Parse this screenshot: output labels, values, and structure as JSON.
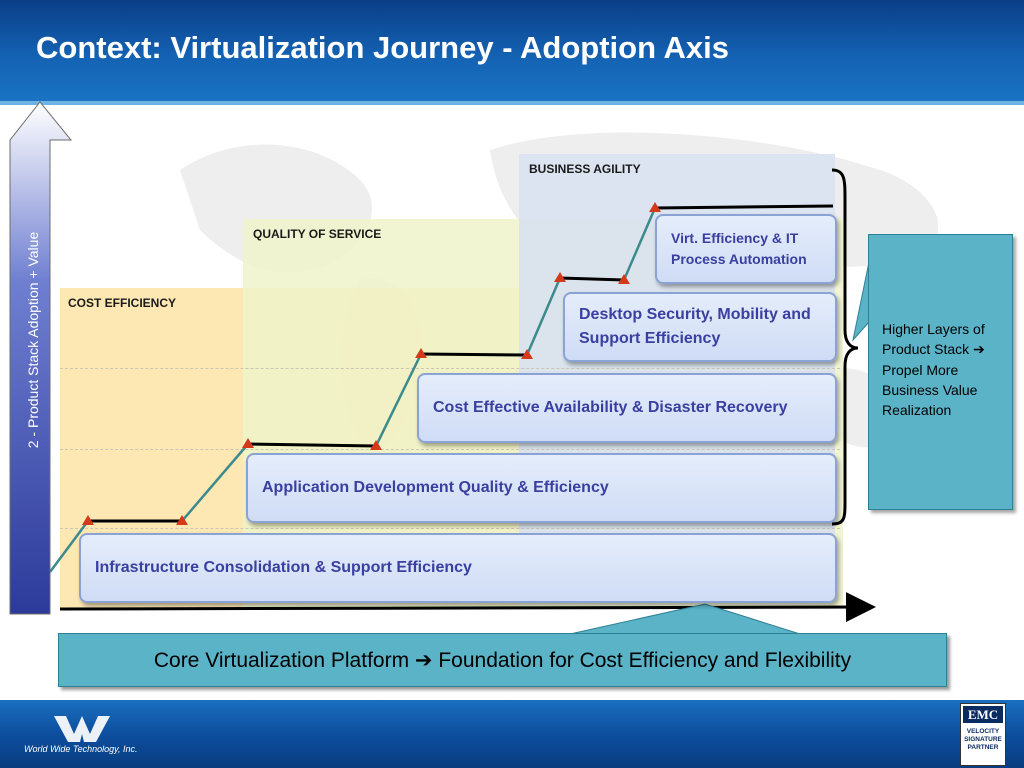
{
  "title": "Context: Virtualization Journey - Adoption Axis",
  "axis_label": "2 - Product Stack Adoption + Value",
  "zones": {
    "cost_efficiency": "COST EFFICIENCY",
    "quality_of_service": "QUALITY OF SERVICE",
    "business_agility": "BUSINESS AGILITY"
  },
  "stages": [
    "Infrastructure Consolidation & Support Efficiency",
    "Application Development Quality & Efficiency",
    "Cost Effective Availability & Disaster Recovery",
    "Desktop Security, Mobility and Support Efficiency",
    "Virt. Efficiency & IT Process Automation"
  ],
  "right_callout": "Higher Layers of Product Stack ➔ Propel More Business Value Realization",
  "bottom_callout": "Core Virtualization Platform ➔ Foundation for Cost Efficiency and Flexibility",
  "footer": {
    "wwt": "World Wide Technology, Inc.",
    "emc_logo": "EMC",
    "emc_sub": "VELOCITY SIGNATURE PARTNER"
  },
  "colors": {
    "header": "#1462b3",
    "cost_zone": "#fde3a6",
    "quality_zone": "#eef3c9",
    "agility_zone": "#d8e2ef",
    "bar_text": "#3a3fa0",
    "callout": "#5bb3c8",
    "marker": "#d43a1a",
    "step_line": "#3d8a8c"
  }
}
